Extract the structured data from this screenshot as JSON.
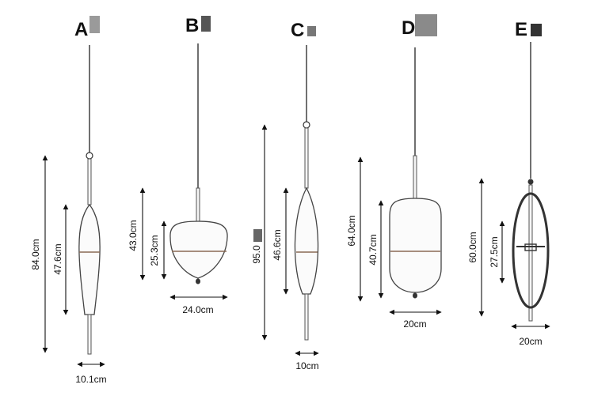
{
  "lamps": [
    {
      "label": "A",
      "height": "84.0cm",
      "shade_height": "47.6cm",
      "width": "10.1cm"
    },
    {
      "label": "B",
      "height": "43.0cm",
      "shade_height": "25.3cm",
      "width": "24.0cm"
    },
    {
      "label": "C",
      "height": "95.0",
      "shade_height": "46.6cm",
      "width": "10cm"
    },
    {
      "label": "D",
      "height": "64.0cm",
      "shade_height": "40.7cm",
      "width": "20cm"
    },
    {
      "label": "E",
      "height": "60.0cm",
      "shade_height": "27.5cm",
      "width": "20cm"
    }
  ],
  "colors": {
    "wire": "#222222",
    "band": "#8a6a55",
    "text": "#111111"
  }
}
